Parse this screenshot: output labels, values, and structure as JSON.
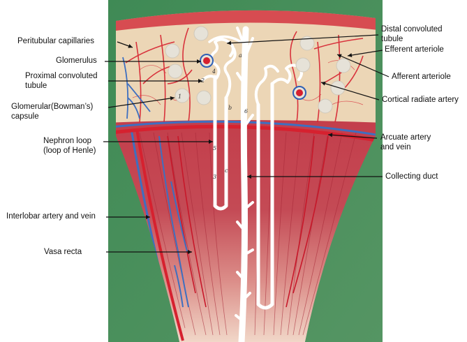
{
  "labels": {
    "peritubular": "Peritubular capillaries",
    "glomerulus": "Glomerulus",
    "pct": "Proximal convoluted\ntubule",
    "bowman": "Glomerular(Bowman’s)\ncapsule",
    "henle": "Nephron loop\n(loop of Henle)",
    "interlobar": "Interlobar artery and vein",
    "vasa_recta": "Vasa recta",
    "dct": "Distal convoluted\ntubule",
    "efferent": "Efferent arteriole",
    "afferent": "Afferent arteriole",
    "cortical_radiate": "Cortical radiate artery",
    "arcuate": "Arcuate artery\nand vein",
    "collecting_duct": "Collecting duct"
  },
  "model_numbers": {
    "n1": "1",
    "n2": "2",
    "n3": "3",
    "n4": "4",
    "n5": "5",
    "n6": "6",
    "a": "a",
    "b": "b",
    "c": "c"
  },
  "colors": {
    "background": "#4a8b58",
    "cortex": "#ecd6b6",
    "medulla": "#c23a4a",
    "artery": "#d6212f",
    "vein": "#3e6fc0",
    "tubule": "#ffffff",
    "corpuscle": "#e6e2d8"
  }
}
